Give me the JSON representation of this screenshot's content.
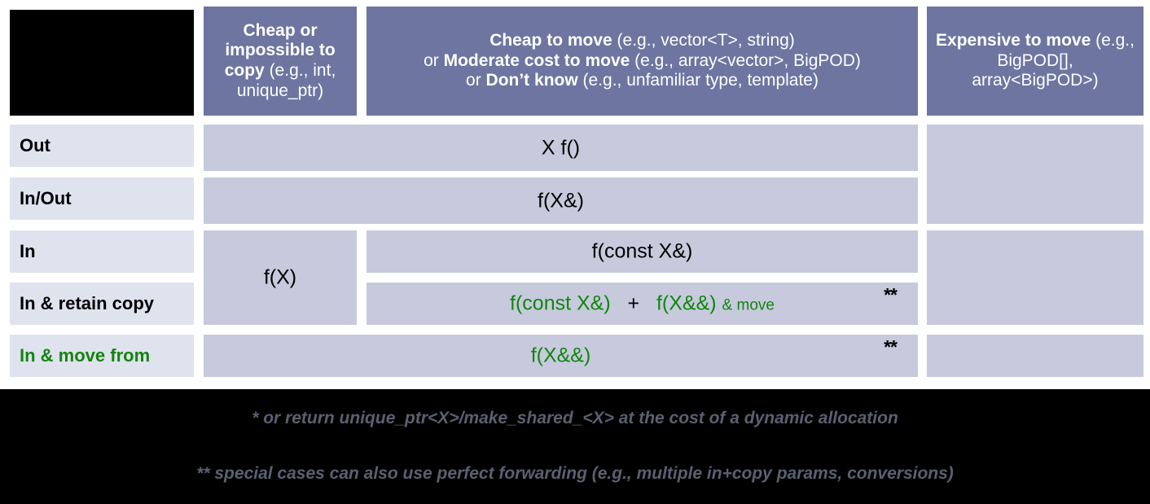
{
  "table": {
    "columns": [
      {
        "id": "row-category",
        "label": ""
      },
      {
        "id": "cheap-or-impossible-to-copy",
        "bold_lead": "Cheap or impossible to copy",
        "detail": " (e.g., int, unique_ptr)"
      },
      {
        "id": "cheap-to-move",
        "line1_bold": "Cheap to move",
        "line1_detail": " (e.g., vector<T>, string)",
        "line2_prefix": "or ",
        "line2_bold": "Moderate cost to move",
        "line2_detail": " (e.g., array<vector>, BigPOD)",
        "line3_prefix": "or ",
        "line3_bold": "Don’t know",
        "line3_detail": " (e.g., unfamiliar type, template)"
      },
      {
        "id": "expensive-to-move",
        "bold_lead": "Expensive to move",
        "detail": " (e.g., BigPOD[], array<BigPOD>)"
      }
    ],
    "rows": [
      {
        "id": "out",
        "label": "Out",
        "green_label": false
      },
      {
        "id": "in-out",
        "label": "In/Out",
        "green_label": false
      },
      {
        "id": "in",
        "label": "In",
        "green_label": false
      },
      {
        "id": "in-and-retain-copy",
        "label": "In & retain copy",
        "green_label": false
      },
      {
        "id": "in-and-move-from",
        "label": "In & move from",
        "green_label": true
      }
    ],
    "cells": {
      "out_signature": "X f()",
      "in_out_signature": "f(X&)",
      "in_by_value": "f(X)",
      "in_const_ref": "f(const X&)",
      "retain_copy_part1": "f(const X&)",
      "retain_copy_plus": "+",
      "retain_copy_part2": "f(X&&)",
      "retain_copy_suffix": "& move",
      "move_from_signature": "f(X&&)",
      "stars_retain_copy": "**",
      "stars_move_from": "**"
    }
  },
  "footnotes": {
    "single_star": "* or return unique_ptr<X>/make_shared_<X> at the cost of a dynamic allocation",
    "double_star": "** special cases can also use perfect forwarding (e.g., multiple in+copy params, conversions)"
  },
  "colors": {
    "header_blue": "#6d75a0",
    "body_cell": "#c6cadc",
    "row_label": "#dfe3ee",
    "green_accent": "#13850f",
    "footer_band": "#000000",
    "footnote_text": "#5a6070"
  }
}
